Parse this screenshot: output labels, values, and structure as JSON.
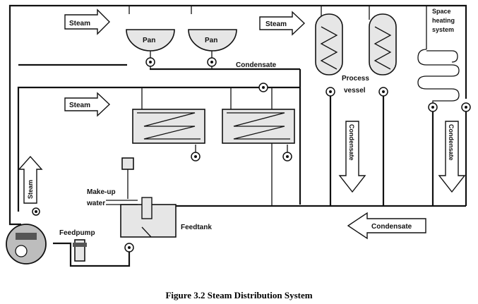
{
  "caption": "Figure 3.2 Steam Distribution System",
  "labels": {
    "steam_top_left": "Steam",
    "steam_top_right": "Steam",
    "steam_mid": "Steam",
    "steam_vertical": "Steam",
    "pan_1": "Pan",
    "pan_2": "Pan",
    "condensate_top": "Condensate",
    "process_vessel_line1": "Process",
    "process_vessel_line2": "vessel",
    "space_heating_line1": "Space",
    "space_heating_line2": "heating",
    "space_heating_line3": "system",
    "condensate_down_1": "Condensate",
    "condensate_down_2": "Condensate",
    "condensate_return": "Condensate",
    "makeup_line1": "Make-up",
    "makeup_line2": "water",
    "feedpump": "Feedpump",
    "feedtank": "Feedtank"
  }
}
